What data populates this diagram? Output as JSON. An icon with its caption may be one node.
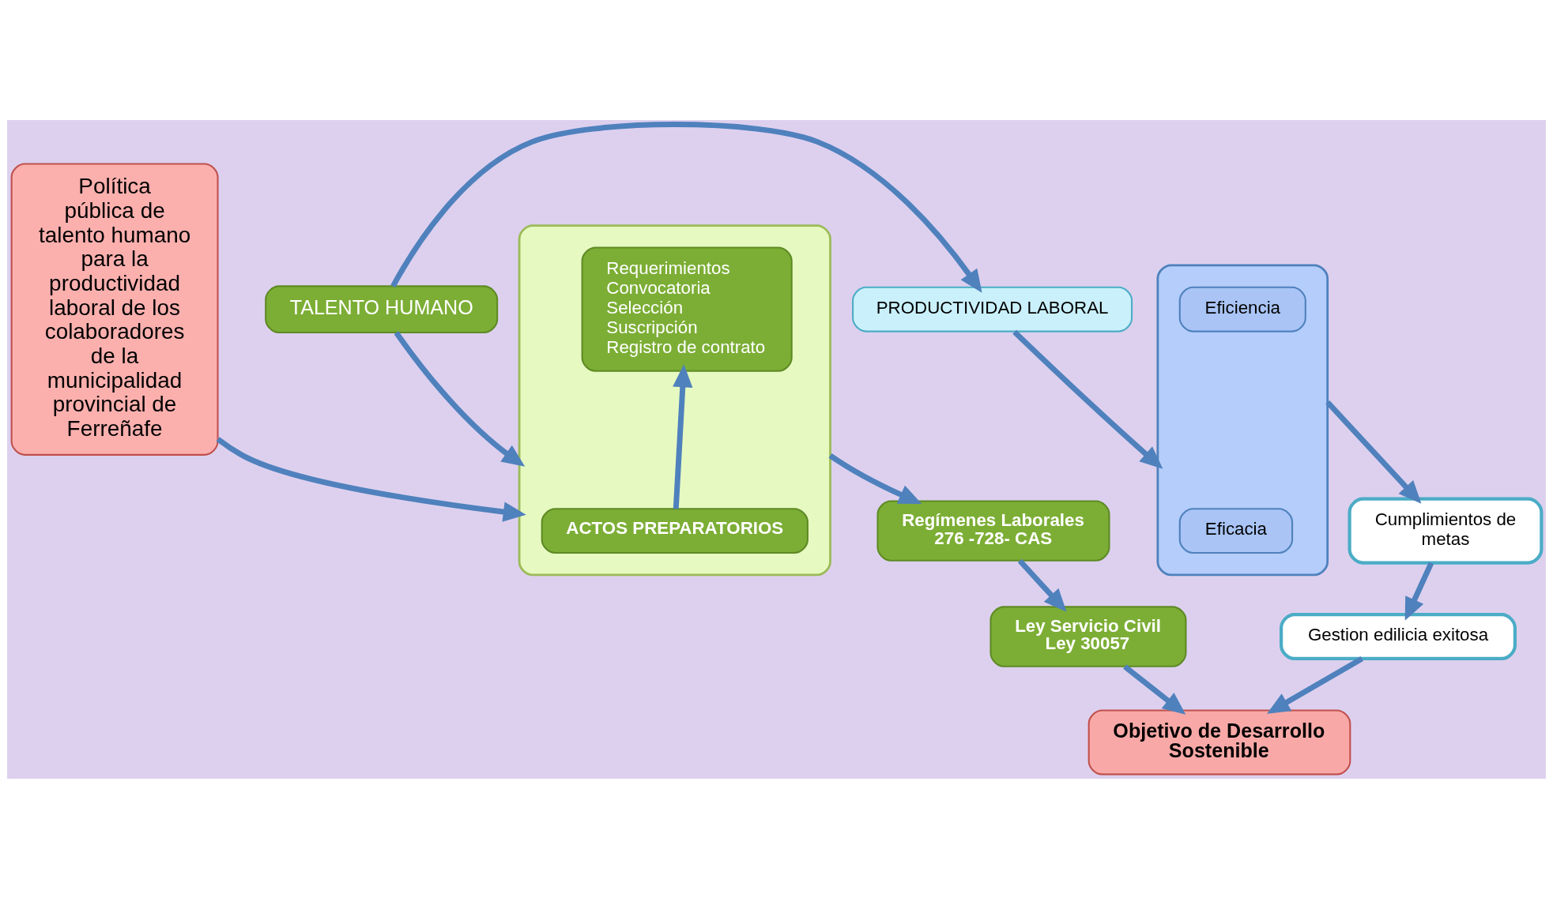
{
  "diagram": {
    "nodes": [
      {
        "text": [
          "Política pública de talento humano para la productividad laboral de los colaboradores de la municipalidad provincial de Ferreñafe"
        ]
      },
      {
        "text": [
          "TALENTO HUMANO"
        ]
      },
      {
        "text": [
          "PRODUCTIVIDAD LABORAL"
        ]
      },
      {
        "text": [],
        "shape": "box"
      },
      {
        "text": [
          "ACTOS PREPARATORIOS"
        ],
        "in": 3
      },
      {
        "text": [
          "Requerimientos",
          "Convocatoria",
          "Selección",
          "Suscripción",
          "Registro de contrato"
        ],
        "in": 3
      },
      {
        "text": [],
        "shape": "box"
      },
      {
        "text": [
          "Eficacia"
        ],
        "in": 6
      },
      {
        "text": [
          "Eficiencia"
        ],
        "in": 6
      },
      {
        "text": [
          "Cumplimientos de metas"
        ]
      },
      {
        "text": [
          "Gestion edilicia exitosa"
        ]
      },
      {
        "text": [
          "Regímenes Laborales 276 -728- CAS"
        ]
      },
      {
        "text": [
          "Ley Servicio Civil Ley 30057"
        ]
      },
      {
        "text": [
          "Objetivo de Desarrollo Sostenible"
        ]
      }
    ],
    "edges": [
      {
        "from": 0,
        "to": 3,
        "arrow": "to"
      },
      {
        "from": 1,
        "to": 2,
        "arrow": "to"
      },
      {
        "from": 1,
        "to": 3,
        "arrow": "to"
      },
      {
        "from": 4,
        "to": 5,
        "arrow": "to"
      },
      {
        "from": 3,
        "to": 11,
        "arrow": "to"
      },
      {
        "from": 11,
        "to": 12,
        "arrow": "to"
      },
      {
        "from": 12,
        "to": 13,
        "arrow": "to"
      },
      {
        "from": 2,
        "to": 6,
        "arrow": "to"
      },
      {
        "from": 6,
        "to": 9,
        "arrow": "to"
      },
      {
        "from": 9,
        "to": 10,
        "arrow": "to"
      },
      {
        "from": 10,
        "to": 13,
        "arrow": "to"
      }
    ]
  }
}
